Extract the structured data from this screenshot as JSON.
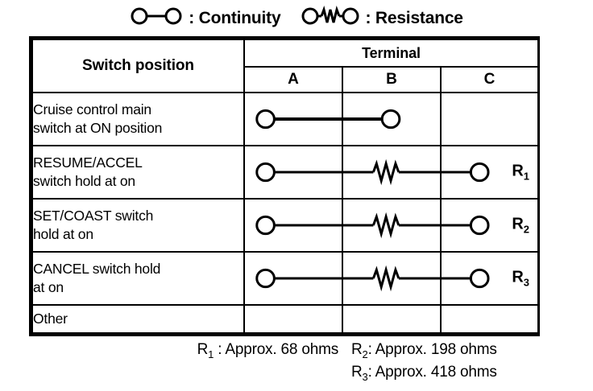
{
  "legend": {
    "items": [
      {
        "symbol": "continuity-symbol",
        "label": ": Continuity"
      },
      {
        "symbol": "resistance-symbol",
        "label": ": Resistance"
      }
    ]
  },
  "table": {
    "header": {
      "switch_position": "Switch position",
      "terminal": "Terminal",
      "terminals": [
        "A",
        "B",
        "C"
      ]
    },
    "rows": [
      {
        "label_line1": "Cruise control main",
        "label_line2": "switch at ON position",
        "connection": "a-to-b-continuity",
        "resistor_label": ""
      },
      {
        "label_line1": "RESUME/ACCEL",
        "label_line2": "switch hold at on",
        "connection": "a-to-c-resistance",
        "resistor_label": "R",
        "resistor_sub": "1"
      },
      {
        "label_line1": "SET/COAST switch",
        "label_line2": "hold at on",
        "connection": "a-to-c-resistance",
        "resistor_label": "R",
        "resistor_sub": "2"
      },
      {
        "label_line1": "CANCEL switch hold",
        "label_line2": "at on",
        "connection": "a-to-c-resistance",
        "resistor_label": "R",
        "resistor_sub": "3"
      },
      {
        "label_line1": "Other",
        "label_line2": "",
        "connection": "none",
        "resistor_label": ""
      }
    ]
  },
  "footnotes": {
    "r1": "R",
    "r1_sub": "1",
    "r1_text": " : Approx. 68 ohms",
    "r2": "R",
    "r2_sub": "2",
    "r2_text": ": Approx. 198 ohms",
    "r3": "R",
    "r3_sub": "3",
    "r3_text": ": Approx. 418 ohms"
  },
  "colors": {
    "ink": "#000000",
    "paper": "#ffffff"
  }
}
